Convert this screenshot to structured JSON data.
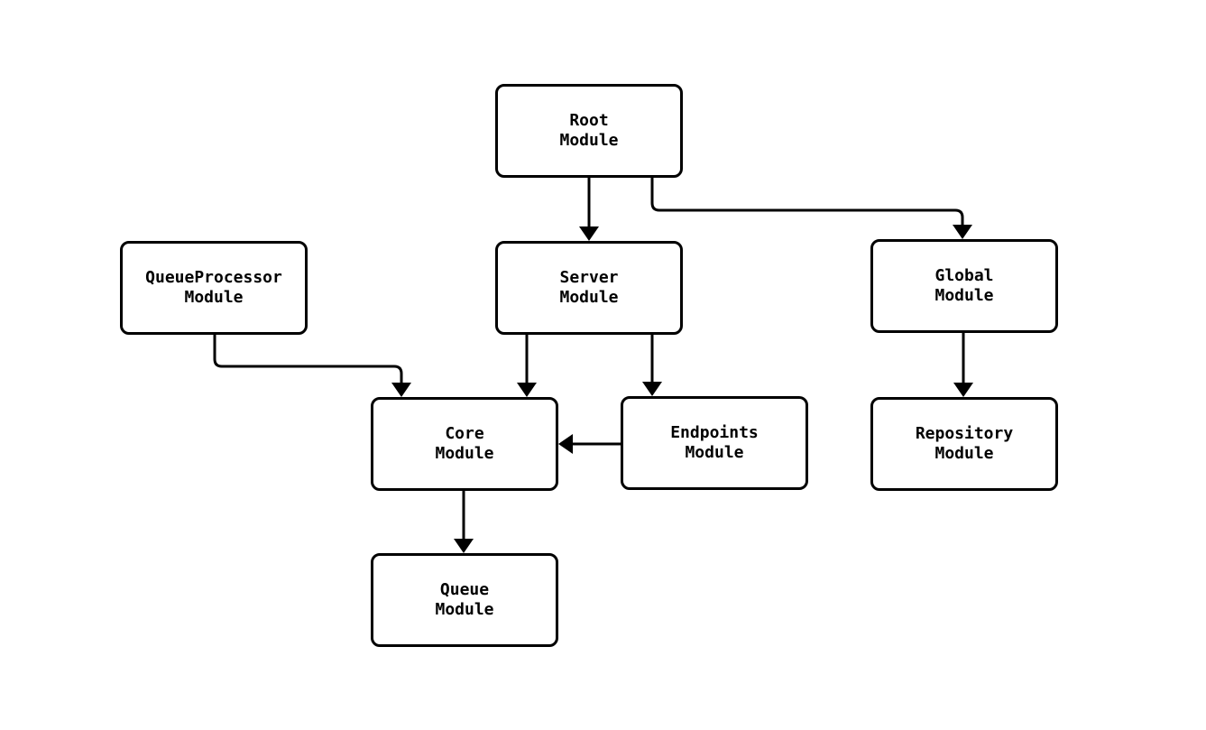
{
  "diagram": {
    "type": "module-dependency-graph",
    "background_color": "#ffffff",
    "node_fill_color": "#ffffff",
    "node_border_color": "#000000",
    "edge_color": "#000000",
    "text_color": "#000000",
    "nodes": [
      {
        "id": "root",
        "label": "Root\nModule"
      },
      {
        "id": "queue-processor",
        "label": "QueueProcessor\nModule"
      },
      {
        "id": "server",
        "label": "Server\nModule"
      },
      {
        "id": "global",
        "label": "Global\nModule"
      },
      {
        "id": "core",
        "label": "Core\nModule"
      },
      {
        "id": "endpoints",
        "label": "Endpoints\nModule"
      },
      {
        "id": "repository",
        "label": "Repository\nModule"
      },
      {
        "id": "queue",
        "label": "Queue\nModule"
      }
    ],
    "edges": [
      {
        "from": "root",
        "to": "server"
      },
      {
        "from": "root",
        "to": "global"
      },
      {
        "from": "queue-processor",
        "to": "core"
      },
      {
        "from": "server",
        "to": "core"
      },
      {
        "from": "server",
        "to": "endpoints"
      },
      {
        "from": "endpoints",
        "to": "core"
      },
      {
        "from": "core",
        "to": "queue"
      },
      {
        "from": "global",
        "to": "repository"
      }
    ]
  }
}
